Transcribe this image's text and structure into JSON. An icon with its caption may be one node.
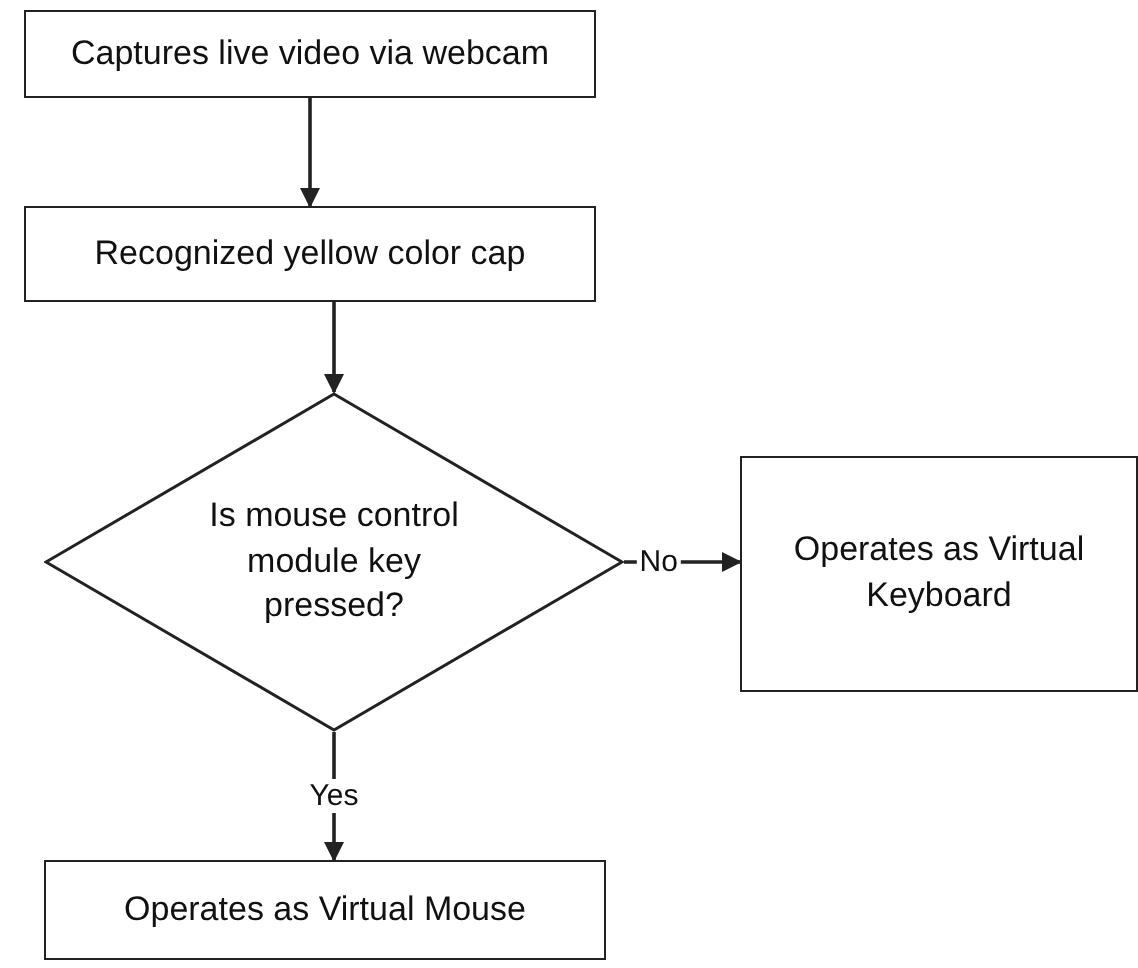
{
  "diagram": {
    "nodes": [
      {
        "text": [
          "Captures live video via webcam"
        ]
      },
      {
        "text": [
          "Recognized yellow color cap"
        ]
      },
      {
        "text": [
          "Is mouse control module key pressed?"
        ]
      },
      {
        "text": [
          "Operates as Virtual Keyboard"
        ]
      },
      {
        "text": [
          "Operates as Virtual Mouse"
        ]
      }
    ],
    "edges": [
      {
        "from": 0,
        "to": 1,
        "arrow": "to"
      },
      {
        "from": 1,
        "to": 2,
        "arrow": "to"
      },
      {
        "from": 2,
        "to": 3,
        "arrow": "to",
        "label": "No"
      },
      {
        "from": 2,
        "to": 4,
        "arrow": "to",
        "label": "Yes"
      }
    ]
  }
}
